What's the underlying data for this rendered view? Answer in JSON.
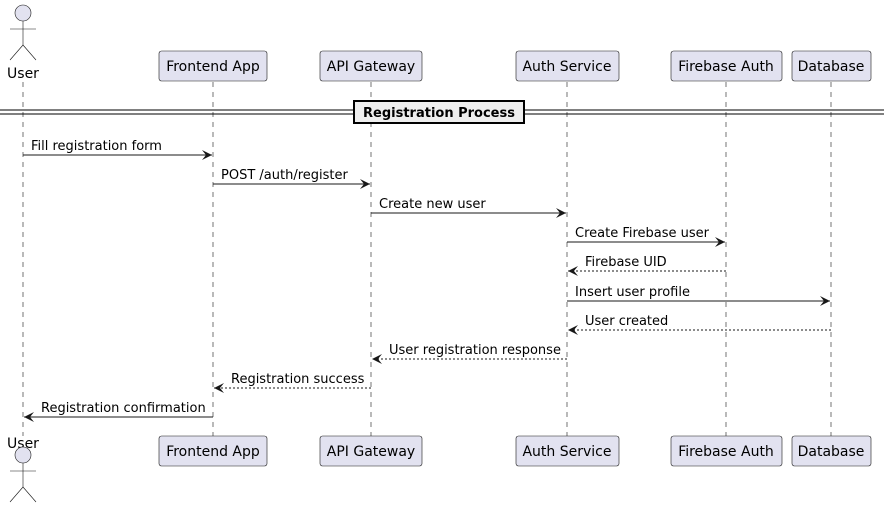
{
  "diagram": {
    "participants": [
      {
        "id": "user",
        "label": "User",
        "kind": "actor"
      },
      {
        "id": "frontend",
        "label": "Frontend App",
        "kind": "box"
      },
      {
        "id": "gateway",
        "label": "API Gateway",
        "kind": "box"
      },
      {
        "id": "auth",
        "label": "Auth Service",
        "kind": "box"
      },
      {
        "id": "firebase",
        "label": "Firebase Auth",
        "kind": "box"
      },
      {
        "id": "database",
        "label": "Database",
        "kind": "box"
      }
    ],
    "divider": {
      "label": "Registration Process"
    },
    "messages": [
      {
        "from": "user",
        "to": "frontend",
        "label": "Fill registration form",
        "style": "solid"
      },
      {
        "from": "frontend",
        "to": "gateway",
        "label": "POST /auth/register",
        "style": "solid"
      },
      {
        "from": "gateway",
        "to": "auth",
        "label": "Create new user",
        "style": "solid"
      },
      {
        "from": "auth",
        "to": "firebase",
        "label": "Create Firebase user",
        "style": "solid"
      },
      {
        "from": "firebase",
        "to": "auth",
        "label": "Firebase UID",
        "style": "dashed"
      },
      {
        "from": "auth",
        "to": "database",
        "label": "Insert user profile",
        "style": "solid"
      },
      {
        "from": "database",
        "to": "auth",
        "label": "User created",
        "style": "dashed"
      },
      {
        "from": "auth",
        "to": "gateway",
        "label": "User registration response",
        "style": "dashed"
      },
      {
        "from": "gateway",
        "to": "frontend",
        "label": "Registration success",
        "style": "dashed"
      },
      {
        "from": "frontend",
        "to": "user",
        "label": "Registration confirmation",
        "style": "solid"
      }
    ],
    "colors": {
      "participant_fill": "#e2e2f0",
      "participant_stroke": "#181818",
      "lifeline": "#181818",
      "arrow": "#181818",
      "divider_fill": "#eeeeee"
    }
  }
}
